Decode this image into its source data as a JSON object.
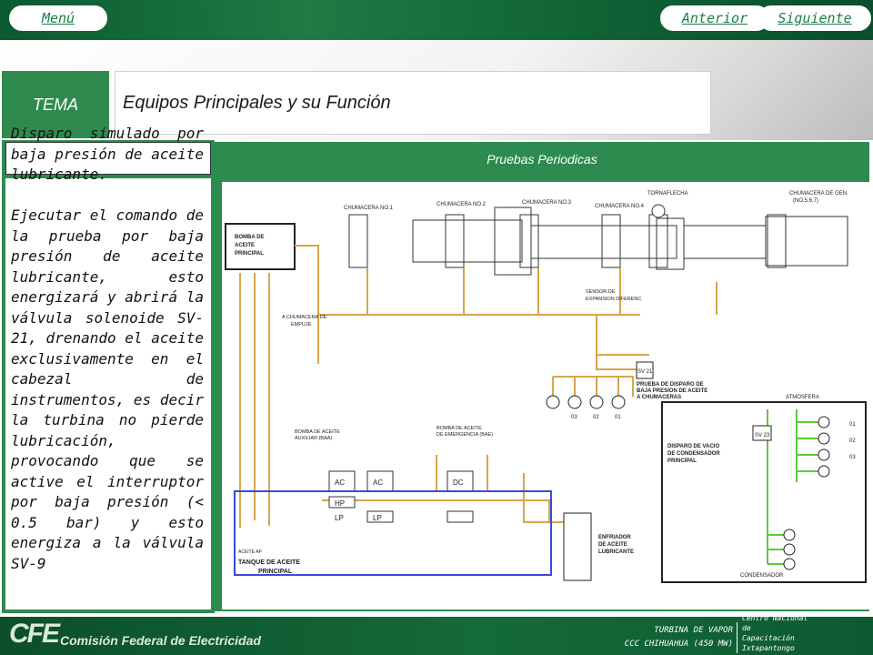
{
  "nav": {
    "menu": "Menú",
    "previous": "Anterior",
    "next": "Siguiente"
  },
  "header": {
    "tema": "TEMA",
    "title": "Equipos Principales y su Función"
  },
  "section": {
    "bar_label": "Pruebas Periodicas"
  },
  "description": "Disparo simulado por baja presión de aceite lubricante.\n\nEjecutar el comando de la prueba por baja presión de aceite lubricante, esto energizará y abrirá la válvula solenoide SV-21, drenando el aceite exclusivamente en el cabezal de instrumentos, es decir la turbina no pierde lubricación, provocando que se active el interruptor por baja presión (< 0.5 bar) y esto energiza a la válvula SV-9",
  "diagram": {
    "chumacera_1": "CHUMACERA NO.1",
    "chumacera_2": "CHUMACERA NO.2",
    "chumacera_3": "CHUMACERA NO.3",
    "chumacera_4": "CHUMACERA NO.4",
    "tornaflecha": "TORNAFLECHA",
    "chumacera_gen": "CHUMACERA DE GEN.",
    "chumacera_gen_sub": "(NO.5,6,7)",
    "bomba_principal_1": "BOMBA DE",
    "bomba_principal_2": "ACEITE",
    "bomba_principal_3": "PRINCIPAL",
    "sensor_1": "SENSOR DE",
    "sensor_2": "EXPANSION DIFERENC",
    "chumacera_empuje_1": "A CHUMACERA DE",
    "chumacera_empuje_2": "EMPUJE",
    "sv_21": "SV 21",
    "prueba_1": "PRUEBA DE DISPARO DE",
    "prueba_2": "BAJA PRESION DE ACEITE",
    "prueba_3": "A CHUMACERAS",
    "atmosfera": "ATMOSFERA",
    "sv_23": "SV 23",
    "disparo_vacio_1": "DISPARO DE VACIO",
    "disparo_vacio_2": "DE CONDENSADOR",
    "disparo_vacio_3": "PRINCIPAL",
    "condensador": "CONDENSADOR",
    "bomba_aux_1": "BOMBA DE ACEITE",
    "bomba_aux_2": "AUXILIAR (BAA)",
    "bomba_emerg_1": "BOMBA DE ACEITE",
    "bomba_emerg_2": "DE EMERGENCIA (BAE)",
    "ac1": "AC",
    "ac2": "AC",
    "dc": "DC",
    "hp": "HP",
    "lp1": "LP",
    "lp2": "LP",
    "tanque_1": "TANQUE DE ACEITE",
    "tanque_2": "PRINCIPAL",
    "aceite_ap": "ACEITE AP",
    "enfriador_1": "ENFRIADOR",
    "enfriador_2": "DE ACEITE",
    "enfriador_3": "LUBRICANTE",
    "ps_03": "03",
    "ps_02": "02",
    "ps_01": "01",
    "pv_01": "01",
    "pv_02": "02",
    "pv_03": "03"
  },
  "footer": {
    "logo": "CFE",
    "company": "Comisión Federal de Electricidad",
    "line1": "TURBINA DE VAPOR",
    "line2": "CCC CHIHUAHUA (450 MW)",
    "center_1": "Centro Nacional",
    "center_2": "de",
    "center_3": "Capacitación",
    "center_4": "Ixtapantongo"
  }
}
